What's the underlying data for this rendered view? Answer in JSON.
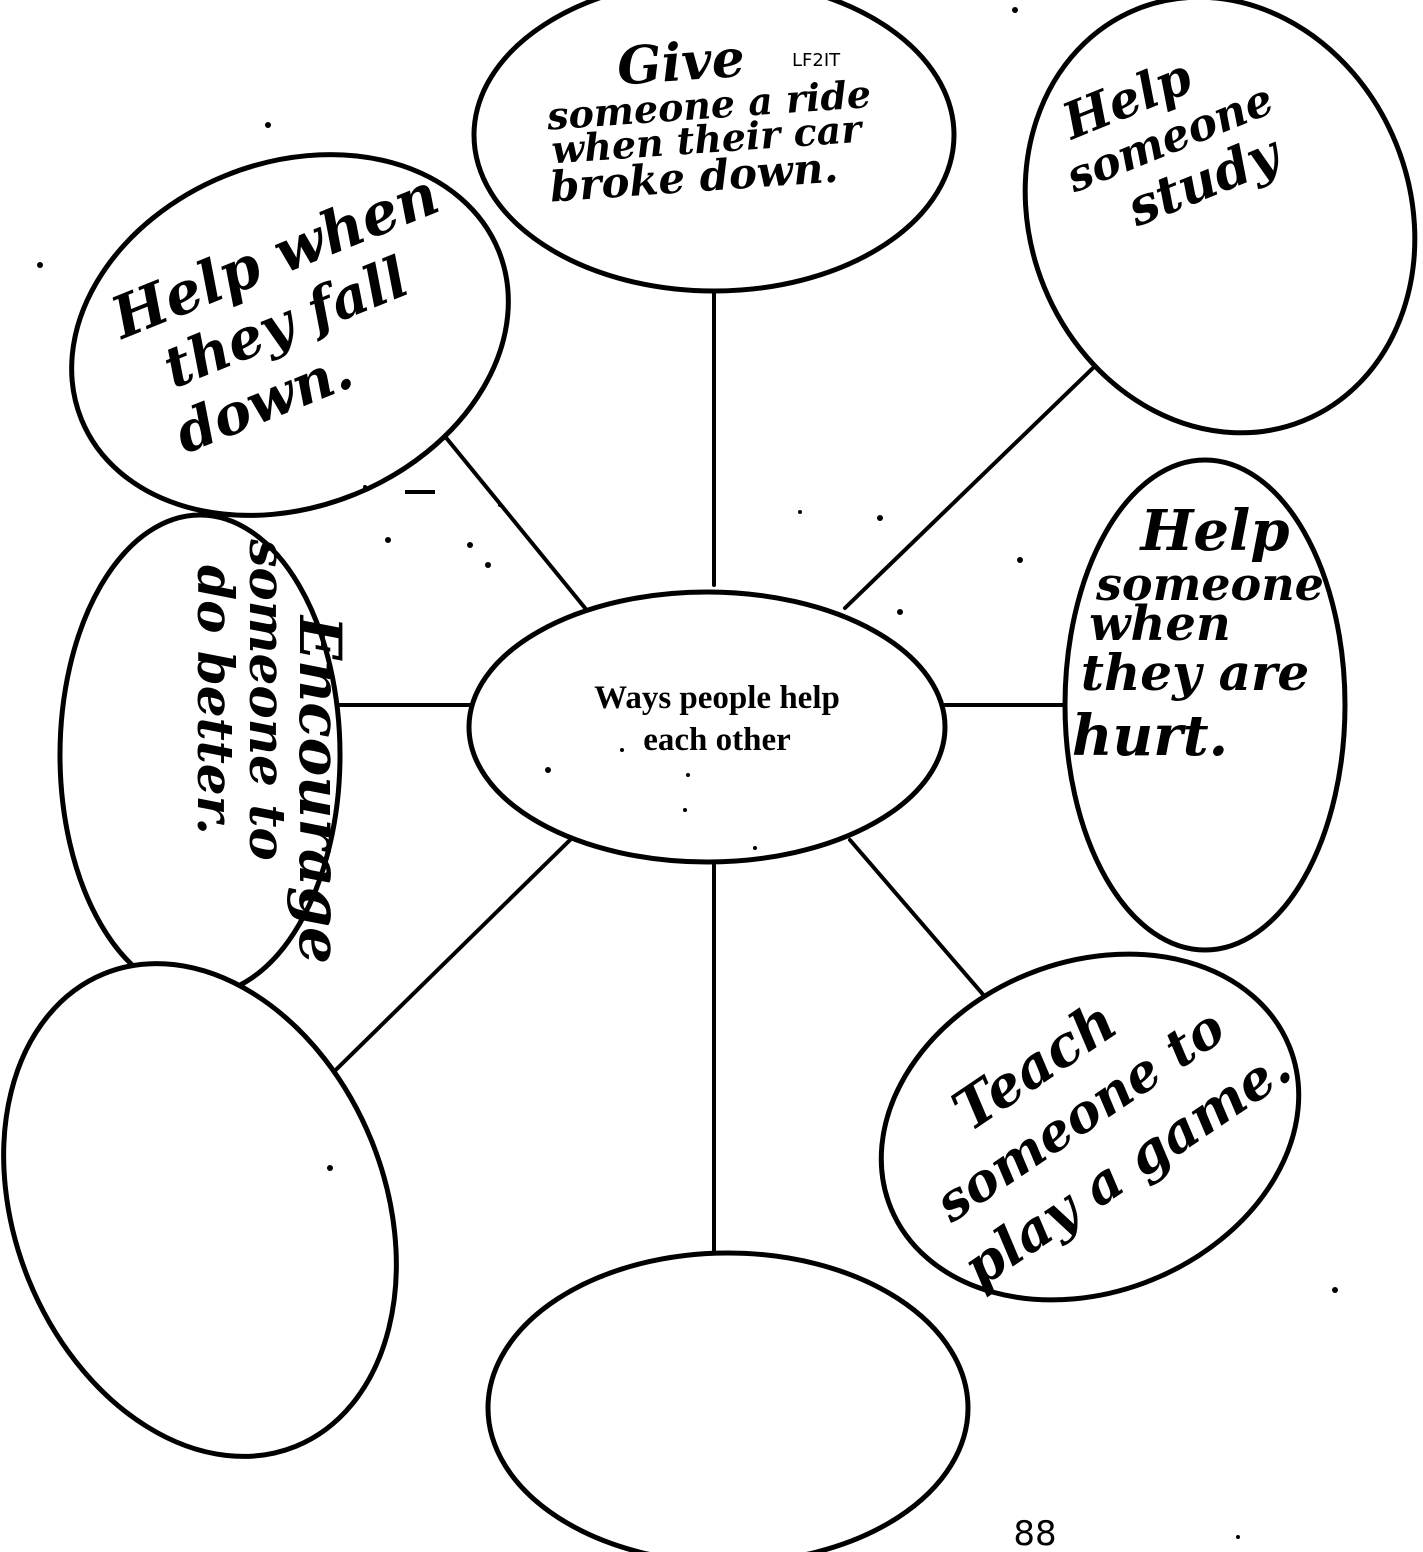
{
  "diagram": {
    "center": {
      "line1": "Ways people help",
      "line2": "each other"
    },
    "bubbles": [
      {
        "id": "top",
        "lines": [
          "Give",
          "someone a ride",
          "when their car",
          "broke down."
        ]
      },
      {
        "id": "top-right",
        "lines": [
          "Help",
          "someone",
          "study"
        ]
      },
      {
        "id": "upper-left",
        "lines": [
          "Help when",
          "they fall",
          "down."
        ]
      },
      {
        "id": "right",
        "lines": [
          "Help",
          "someone",
          "when",
          "they are",
          "hurt."
        ]
      },
      {
        "id": "left",
        "lines": [
          "Encourage",
          "someone to",
          "do better."
        ]
      },
      {
        "id": "lower-right",
        "lines": [
          "Teach",
          "someone to",
          "play a game."
        ]
      },
      {
        "id": "lower-left",
        "lines": []
      },
      {
        "id": "bottom",
        "lines": []
      }
    ],
    "note": "LF2IT",
    "page_number": "88"
  }
}
